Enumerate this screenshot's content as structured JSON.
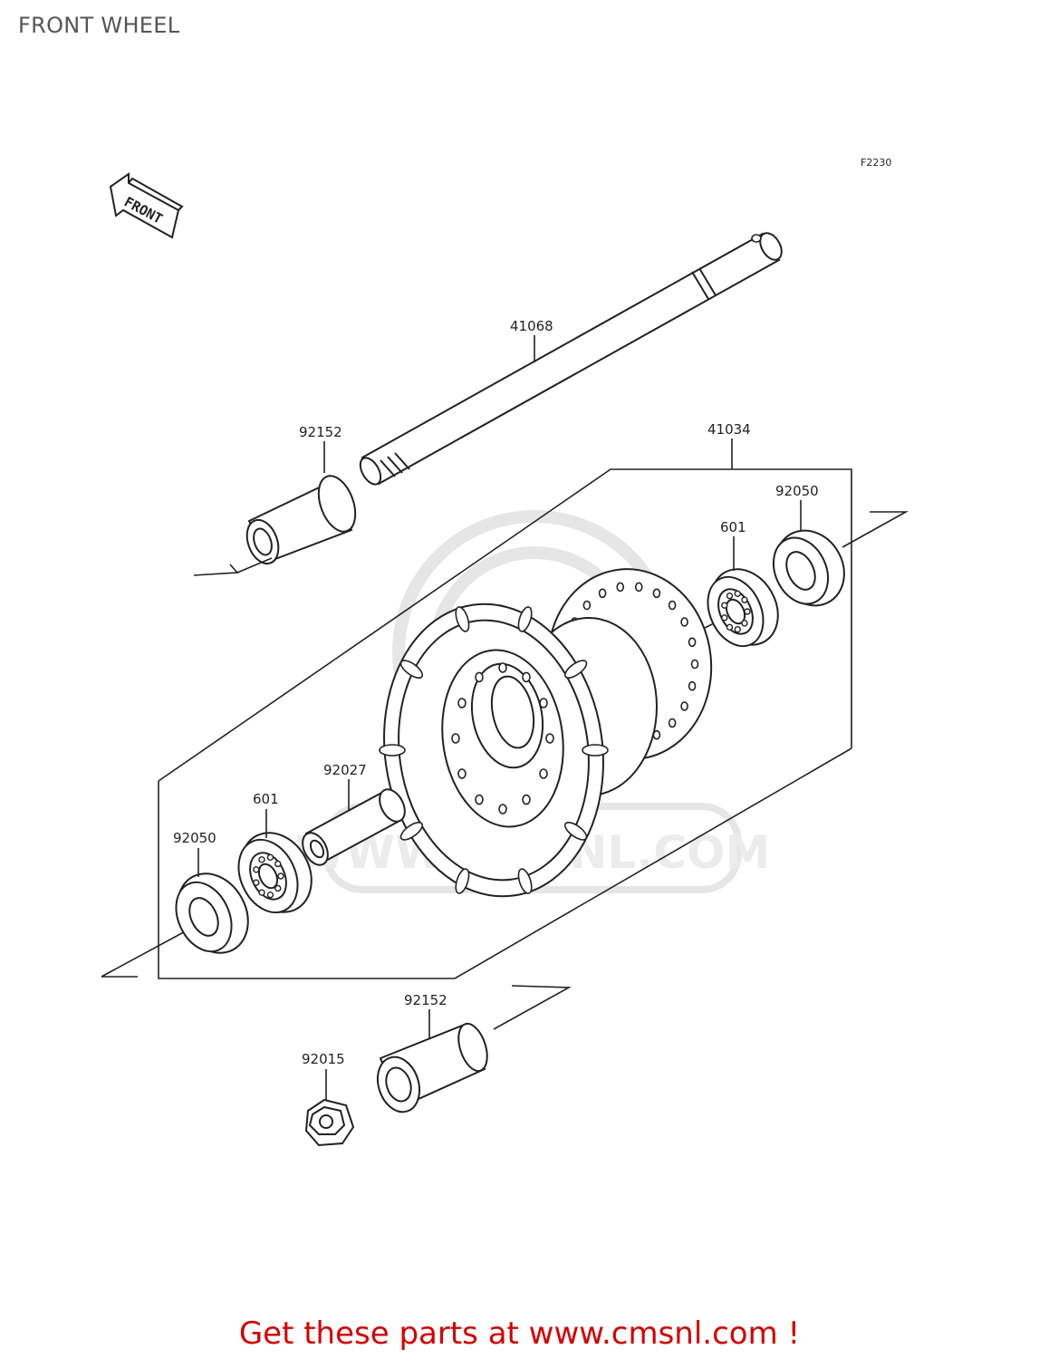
{
  "header": {
    "title": "FRONT WHEEL"
  },
  "diagram": {
    "code": "F2230",
    "front_arrow_text": "FRONT",
    "watermark_text": "WWW.CMSNL.COM",
    "parts": {
      "axle": "41068",
      "collar_top": "92152",
      "wheel": "41034",
      "seal_right": "92050",
      "bearing_right": "601",
      "spacer": "92027",
      "bearing_left": "601",
      "seal_left": "92050",
      "collar_bottom": "92152",
      "nut": "92015"
    }
  },
  "footer": {
    "text": "Get these parts at www.cmsnl.com !"
  }
}
